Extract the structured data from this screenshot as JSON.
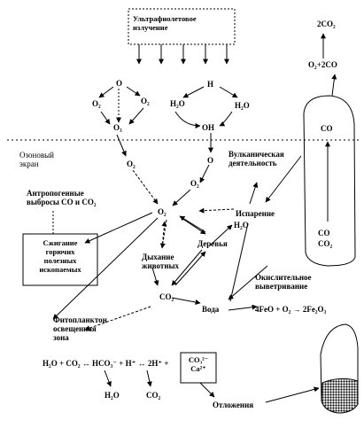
{
  "uv_box": {
    "line1": "Ультрафиолетовое",
    "line2": "излучение"
  },
  "top_right": {
    "co2x2": "2CO₂",
    "o2_2co": "O₂+2CO",
    "co": "CO",
    "co_bottom": "CO",
    "co2_bottom": "CO₂"
  },
  "ozone_cycle": {
    "o_top": "O",
    "o2_left": "O₂",
    "o2_right": "O₂",
    "o3": "O₃",
    "o2_low": "O₂"
  },
  "water_cycle": {
    "h": "H",
    "h2o_left": "H₂O",
    "h2o_right": "H₂O",
    "oh": "OH",
    "o_low": "O",
    "o2_mid": "O₂"
  },
  "ozone_screen": {
    "line1": "Озоновый",
    "line2": "экран"
  },
  "volcanic": {
    "line1": "Вулканическая",
    "line2": "деятельность"
  },
  "anthropogenic": {
    "line1": "Антропогенные",
    "line2": "выбросы CO и CO₂"
  },
  "center_o2": "O₂",
  "evaporation": "Испарение",
  "h2o_evap": "H₂O",
  "trees": "Деревья",
  "fossil_box": {
    "line1": "Сжигание",
    "line2": "горючих",
    "line3": "полезных",
    "line4": "ископаемых"
  },
  "animal_breath": {
    "line1": "Дыхание",
    "line2": "животных"
  },
  "co2_center": "CO₂",
  "water": "Вода",
  "oxidative": {
    "line1": "Окислительное",
    "line2": "выветривание"
  },
  "fe_equation": "4FeO + O₂ → 2Fe₂O₃",
  "phyto": {
    "line1": "Фитопланктон",
    "line2": "освещенная",
    "line3": "зона"
  },
  "carbonate_equation": "H₂O + CO₂ ↔ HCO₃⁻ + H⁺ ↔ 2H⁺ +",
  "ion_box": {
    "line1": "CO₃²⁻",
    "line2": "Ca²⁺"
  },
  "bottom": {
    "h2o": "H₂O",
    "co2": "CO₂",
    "sediments": "Отложения"
  }
}
